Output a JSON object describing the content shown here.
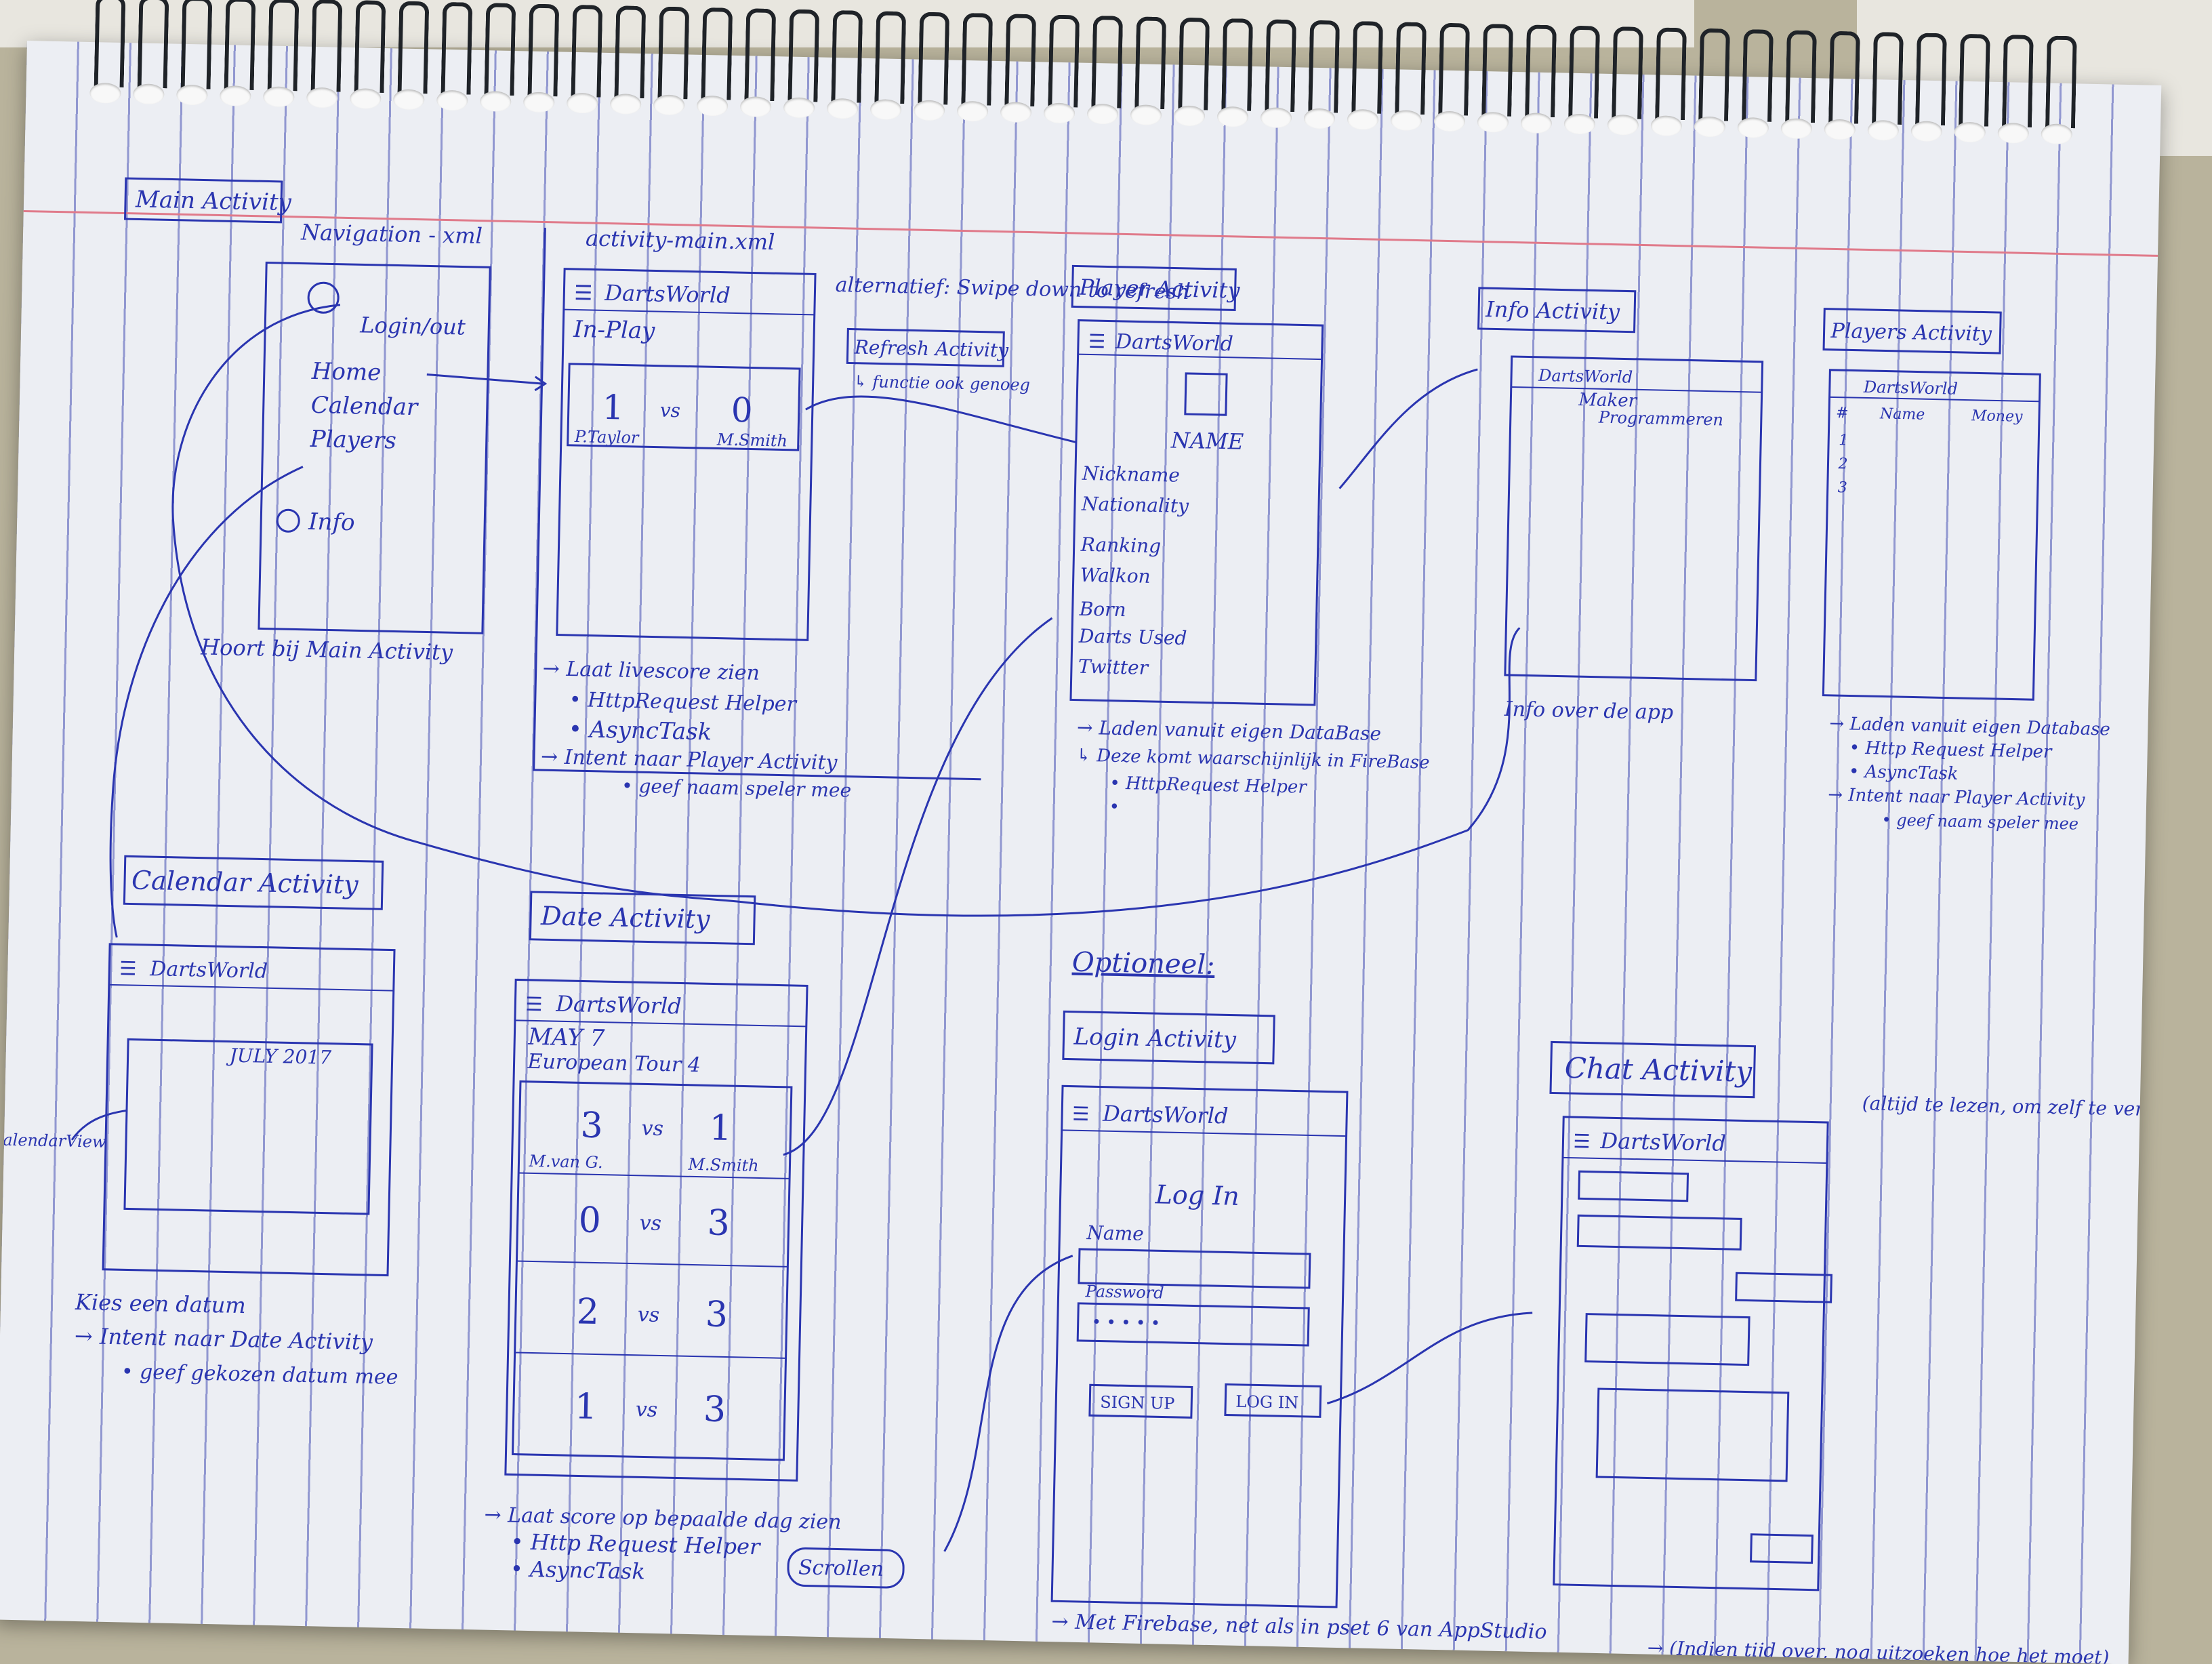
{
  "main_activity": {
    "title": "Main Activity",
    "nav_label": "Navigation - xml",
    "nav_items": [
      "Login/out",
      "Home",
      "Calendar",
      "Players",
      "Info"
    ],
    "caption": "Hoort bij Main Activity"
  },
  "activity_main": {
    "label": "activity-main.xml",
    "toolbar_title": "DartsWorld",
    "section": "In-Play",
    "match": {
      "home_score": "1",
      "vs": "vs",
      "away_score": "0",
      "home_player": "P.Taylor",
      "away_player": "M.Smith"
    },
    "alt_note": "alternatief: Swipe down to refresh",
    "refresh_label": "Refresh Activity",
    "refresh_note": "↳ functie ook genoeg",
    "notes": [
      "→ Laat livescore zien",
      "• HttpRequest Helper",
      "• AsyncTask",
      "→ Intent naar Player Activity",
      "• geef naam speler mee"
    ]
  },
  "player_activity": {
    "title": "Player Activity",
    "toolbar_title": "DartsWorld",
    "name": "NAME",
    "fields": [
      "Nickname",
      "Nationality",
      "Ranking",
      "Walkon",
      "Born",
      "Darts Used",
      "Twitter"
    ],
    "notes": [
      "→ Laden vanuit eigen DataBase",
      "↳ Deze komt waarschijnlijk in FireBase",
      "• HttpRequest Helper",
      "•"
    ]
  },
  "info_activity": {
    "title": "Info Activity",
    "toolbar_title": "DartsWorld",
    "content": [
      "Maker",
      "Programmeren"
    ],
    "caption": "Info over de app"
  },
  "players_activity": {
    "title": "Players Activity",
    "toolbar_title": "DartsWorld",
    "columns": [
      "#",
      "Name",
      "Money"
    ],
    "rows": [
      "1",
      "2",
      "3"
    ],
    "notes": [
      "→ Laden vanuit eigen Database",
      "• Http Request Helper",
      "• AsyncTask",
      "→ Intent naar Player Activity",
      "• geef naam speler mee"
    ]
  },
  "calendar_activity": {
    "title": "Calendar Activity",
    "toolbar_title": "DartsWorld",
    "month": "JULY 2017",
    "view_label": "CalendarView",
    "notes": [
      "Kies een datum",
      "→ Intent naar Date Activity",
      "• geef gekozen datum mee"
    ]
  },
  "date_activity": {
    "title": "Date Activity",
    "toolbar_title": "DartsWorld",
    "date": "MAY 7",
    "event": "European Tour 4",
    "matches": [
      {
        "left": "3",
        "vs": "vs",
        "right": "1",
        "left_player": "M.van G.",
        "right_player": "M.Smith"
      },
      {
        "left": "0",
        "vs": "vs",
        "right": "3",
        "left_player": "",
        "right_player": ""
      },
      {
        "left": "2",
        "vs": "vs",
        "right": "3",
        "left_player": "",
        "right_player": ""
      },
      {
        "left": "1",
        "vs": "vs",
        "right": "3",
        "left_player": "",
        "right_player": ""
      }
    ],
    "scroll_label": "Scrollen",
    "notes": [
      "→ Laat score op bepaalde dag zien",
      "• Http Request Helper",
      "• AsyncTask"
    ]
  },
  "optional": {
    "label": "Optioneel:",
    "login_activity": {
      "title": "Login Activity",
      "toolbar_title": "DartsWorld",
      "heading": "Log In",
      "name_label": "Name",
      "password_label": "Password",
      "password_mask": "• • • • •",
      "signup": "SIGN UP",
      "login": "LOG IN",
      "note": "→ Met Firebase, net als in pset 6 van AppStudio"
    },
    "chat_activity": {
      "title": "Chat Activity",
      "toolbar_title": "DartsWorld",
      "note": "→ (Indien tijd over, nog uitzoeken hoe het moet)",
      "side_note": "(altijd te lezen, om zelf te versturen: inloggen)"
    }
  },
  "colors": {
    "ink": "#2a35b0",
    "paper": "#eceef3",
    "margin": "#e07a8a",
    "desk": "#b9b39c"
  }
}
